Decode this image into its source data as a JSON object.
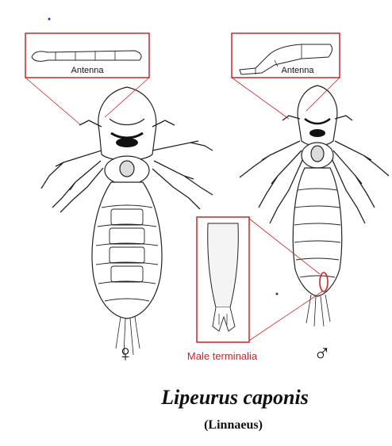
{
  "figure": {
    "female_antenna_label": "Antenna",
    "male_antenna_label": "Antenna",
    "male_terminalia_label": "Male terminalia",
    "female_symbol": "♀",
    "male_symbol": "♂",
    "species_name": "Lipeurus caponis",
    "author": "(Linnaeus)"
  },
  "colors": {
    "callout_red": "#c8262b",
    "line_ink": "#222222",
    "background": "#ffffff"
  }
}
